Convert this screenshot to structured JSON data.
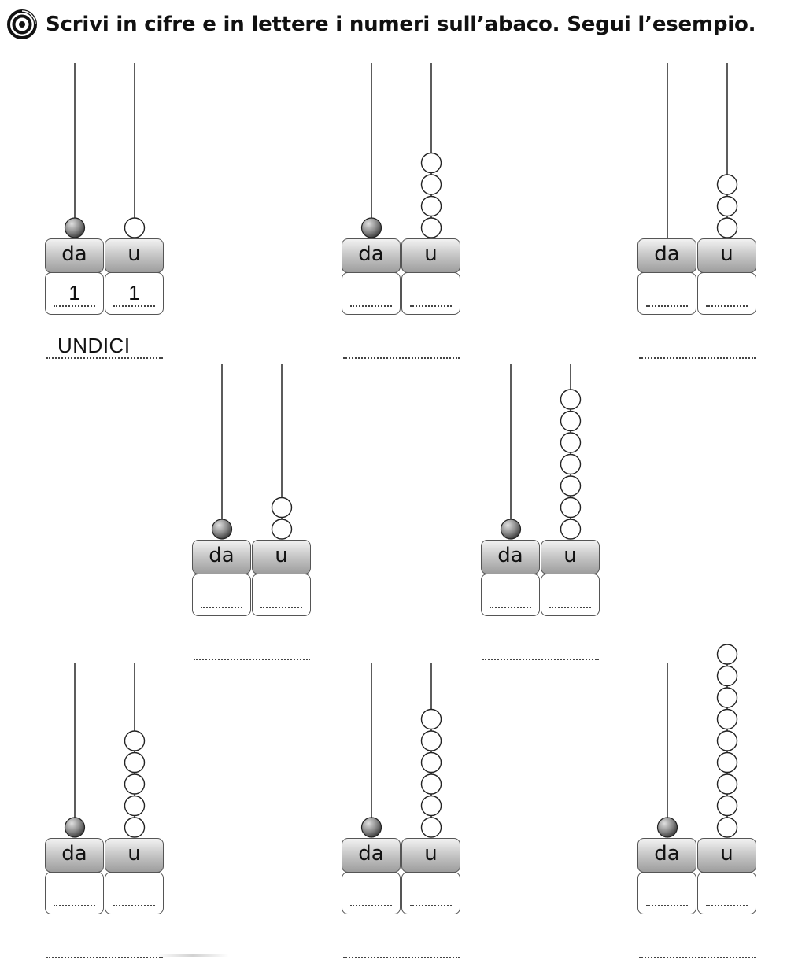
{
  "header": {
    "icon": "spiral-icon",
    "instruction": "Scrivi in cifre e in lettere i numeri sull’abaco. Segui l’esempio."
  },
  "labels": {
    "tens": "da",
    "units": "u"
  },
  "colors": {
    "bead_tens": "#8a8a8a",
    "bead_units": "#ffffff",
    "rod": "#333333"
  },
  "abaci": [
    {
      "id": "example",
      "tens": 1,
      "units": 1,
      "tens_answer": "1",
      "units_answer": "1",
      "word": "UNDICI"
    },
    {
      "id": "ex-2",
      "tens": 1,
      "units": 4,
      "tens_answer": "",
      "units_answer": "",
      "word": ""
    },
    {
      "id": "ex-3",
      "tens": 0,
      "units": 3,
      "tens_answer": "",
      "units_answer": "",
      "word": ""
    },
    {
      "id": "ex-4",
      "tens": 1,
      "units": 2,
      "tens_answer": "",
      "units_answer": "",
      "word": ""
    },
    {
      "id": "ex-5",
      "tens": 1,
      "units": 7,
      "tens_answer": "",
      "units_answer": "",
      "word": ""
    },
    {
      "id": "ex-6",
      "tens": 1,
      "units": 5,
      "tens_answer": "",
      "units_answer": "",
      "word": ""
    },
    {
      "id": "ex-7",
      "tens": 1,
      "units": 6,
      "tens_answer": "",
      "units_answer": "",
      "word": ""
    },
    {
      "id": "ex-8",
      "tens": 1,
      "units": 9,
      "tens_answer": "",
      "units_answer": "",
      "word": ""
    }
  ]
}
